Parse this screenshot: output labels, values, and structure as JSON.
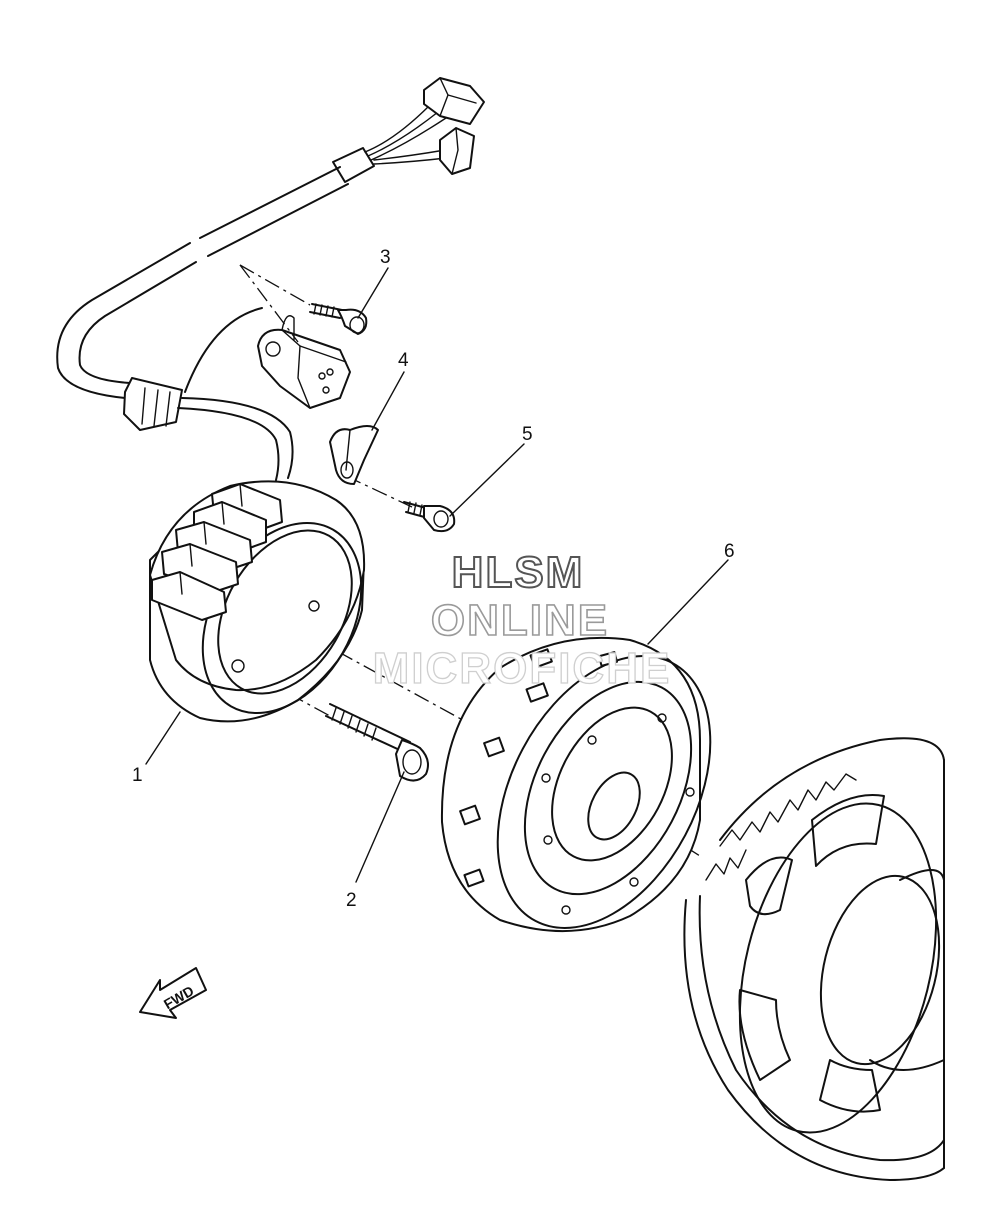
{
  "callouts": {
    "c1": "1",
    "c2": "2",
    "c3": "3",
    "c4": "4",
    "c5": "5",
    "c6": "6"
  },
  "fwd_arrow_label": "FWD",
  "watermark": {
    "line1": "HLSM",
    "line2": "ONLINE",
    "line3": "MICROFICHE"
  }
}
